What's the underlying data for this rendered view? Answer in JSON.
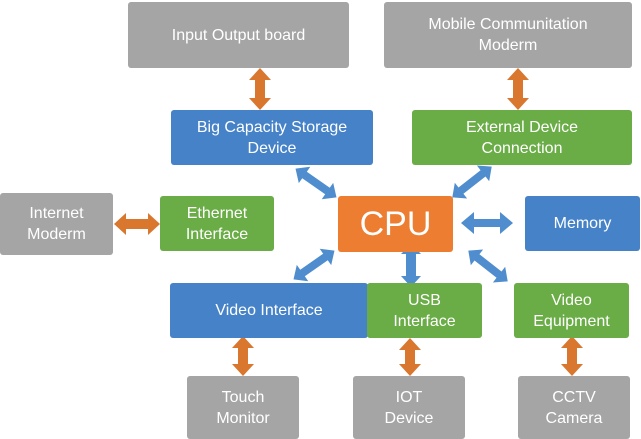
{
  "colors": {
    "gray": "#a5a5a5",
    "blue": "#4582c8",
    "green": "#6aac46",
    "orange": "#ed7d31",
    "arrow_orange": "#d9772f",
    "arrow_blue": "#4f8dce"
  },
  "nodes": {
    "input_output_board": "Input Output board",
    "mobile_modem": "Mobile Communitation\nModerm",
    "storage": "Big Capacity Storage\nDevice",
    "external_device": "External Device\nConnection",
    "internet_modem": "Internet\nModerm",
    "ethernet": "Ethernet\nInterface",
    "cpu": "CPU",
    "memory": "Memory",
    "video_interface": "Video Interface",
    "usb": "USB\nInterface",
    "video_equipment": "Video\nEquipment",
    "touch_monitor": "Touch\nMonitor",
    "iot_device": "IOT\nDevice",
    "cctv": "CCTV\nCamera"
  },
  "connections": [
    {
      "from": "input_output_board",
      "to": "storage"
    },
    {
      "from": "mobile_modem",
      "to": "external_device"
    },
    {
      "from": "internet_modem",
      "to": "ethernet"
    },
    {
      "from": "storage",
      "to": "cpu"
    },
    {
      "from": "external_device",
      "to": "cpu"
    },
    {
      "from": "cpu",
      "to": "memory"
    },
    {
      "from": "cpu",
      "to": "video_interface"
    },
    {
      "from": "cpu",
      "to": "usb"
    },
    {
      "from": "cpu",
      "to": "video_equipment"
    },
    {
      "from": "video_interface",
      "to": "touch_monitor"
    },
    {
      "from": "usb",
      "to": "iot_device"
    },
    {
      "from": "video_equipment",
      "to": "cctv"
    }
  ]
}
